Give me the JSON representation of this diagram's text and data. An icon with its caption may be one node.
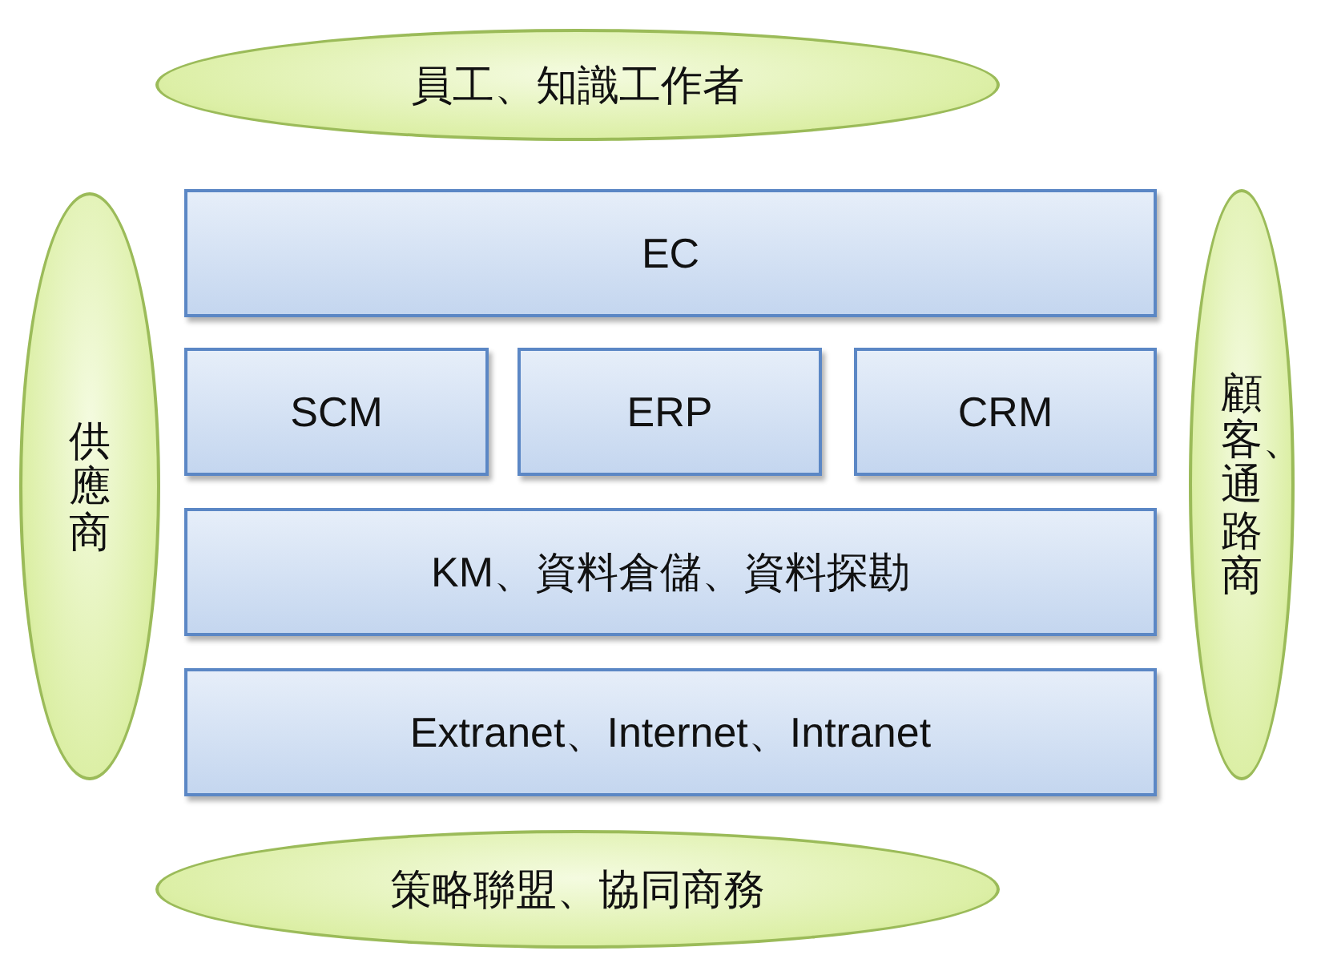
{
  "diagram": {
    "nodes": [
      {
        "text": [
          "員工、知識工作者"
        ]
      },
      {
        "text": [
          "供應商"
        ]
      },
      {
        "text": [
          "EC"
        ]
      },
      {
        "text": [
          "SCM"
        ]
      },
      {
        "text": [
          "ERP"
        ]
      },
      {
        "text": [
          "CRM"
        ]
      },
      {
        "text": [
          "KM、資料倉儲、資料探勘"
        ]
      },
      {
        "text": [
          "Extranet、Internet、Intranet"
        ]
      },
      {
        "text": [
          "顧客、通路商"
        ]
      },
      {
        "text": [
          "策略聯盟、協同商務"
        ]
      }
    ]
  }
}
